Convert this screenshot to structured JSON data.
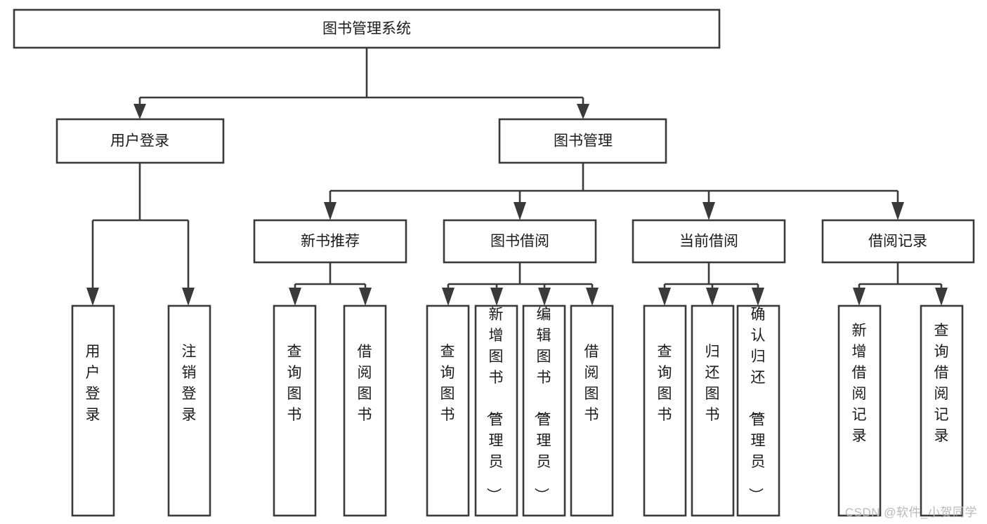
{
  "diagram": {
    "type": "tree-hierarchy",
    "title": "图书管理系统",
    "watermark": "CSDN @软件_小贺同学",
    "colors": {
      "stroke": "#3a3a3a",
      "fill": "#ffffff",
      "text": "#1b1b1b",
      "watermark": "#b9b9b9",
      "background": "#ffffff"
    },
    "levels": {
      "root": {
        "label": "图书管理系统"
      },
      "level2": [
        {
          "id": "user-login",
          "label": "用户登录"
        },
        {
          "id": "book-management",
          "label": "图书管理"
        }
      ],
      "level3": [
        {
          "id": "new-book-recommend",
          "label": "新书推荐",
          "parent": "book-management"
        },
        {
          "id": "book-borrow",
          "label": "图书借阅",
          "parent": "book-management"
        },
        {
          "id": "current-borrow",
          "label": "当前借阅",
          "parent": "book-management"
        },
        {
          "id": "borrow-record",
          "label": "借阅记录",
          "parent": "book-management"
        }
      ],
      "leaves": [
        {
          "id": "leaf-user-login",
          "label": "用户登录",
          "parent": "user-login"
        },
        {
          "id": "leaf-logout-login",
          "label": "注销登录",
          "parent": "user-login"
        },
        {
          "id": "leaf-query-book-1",
          "label": "查询图书",
          "parent": "new-book-recommend"
        },
        {
          "id": "leaf-borrow-book-1",
          "label": "借阅图书",
          "parent": "new-book-recommend"
        },
        {
          "id": "leaf-query-book-2",
          "label": "查询图书",
          "parent": "book-borrow"
        },
        {
          "id": "leaf-add-book",
          "label": "新增图书（管理员）",
          "parent": "book-borrow"
        },
        {
          "id": "leaf-edit-book",
          "label": "编辑图书（管理员）",
          "parent": "book-borrow"
        },
        {
          "id": "leaf-borrow-book-2",
          "label": "借阅图书",
          "parent": "book-borrow"
        },
        {
          "id": "leaf-query-book-3",
          "label": "查询图书",
          "parent": "current-borrow"
        },
        {
          "id": "leaf-return-book",
          "label": "归还图书",
          "parent": "current-borrow"
        },
        {
          "id": "leaf-confirm-return",
          "label": "确认归还（管理员）",
          "parent": "current-borrow"
        },
        {
          "id": "leaf-add-record",
          "label": "新增借阅记录",
          "parent": "borrow-record"
        },
        {
          "id": "leaf-query-record",
          "label": "查询借阅记录",
          "parent": "borrow-record"
        }
      ]
    }
  }
}
